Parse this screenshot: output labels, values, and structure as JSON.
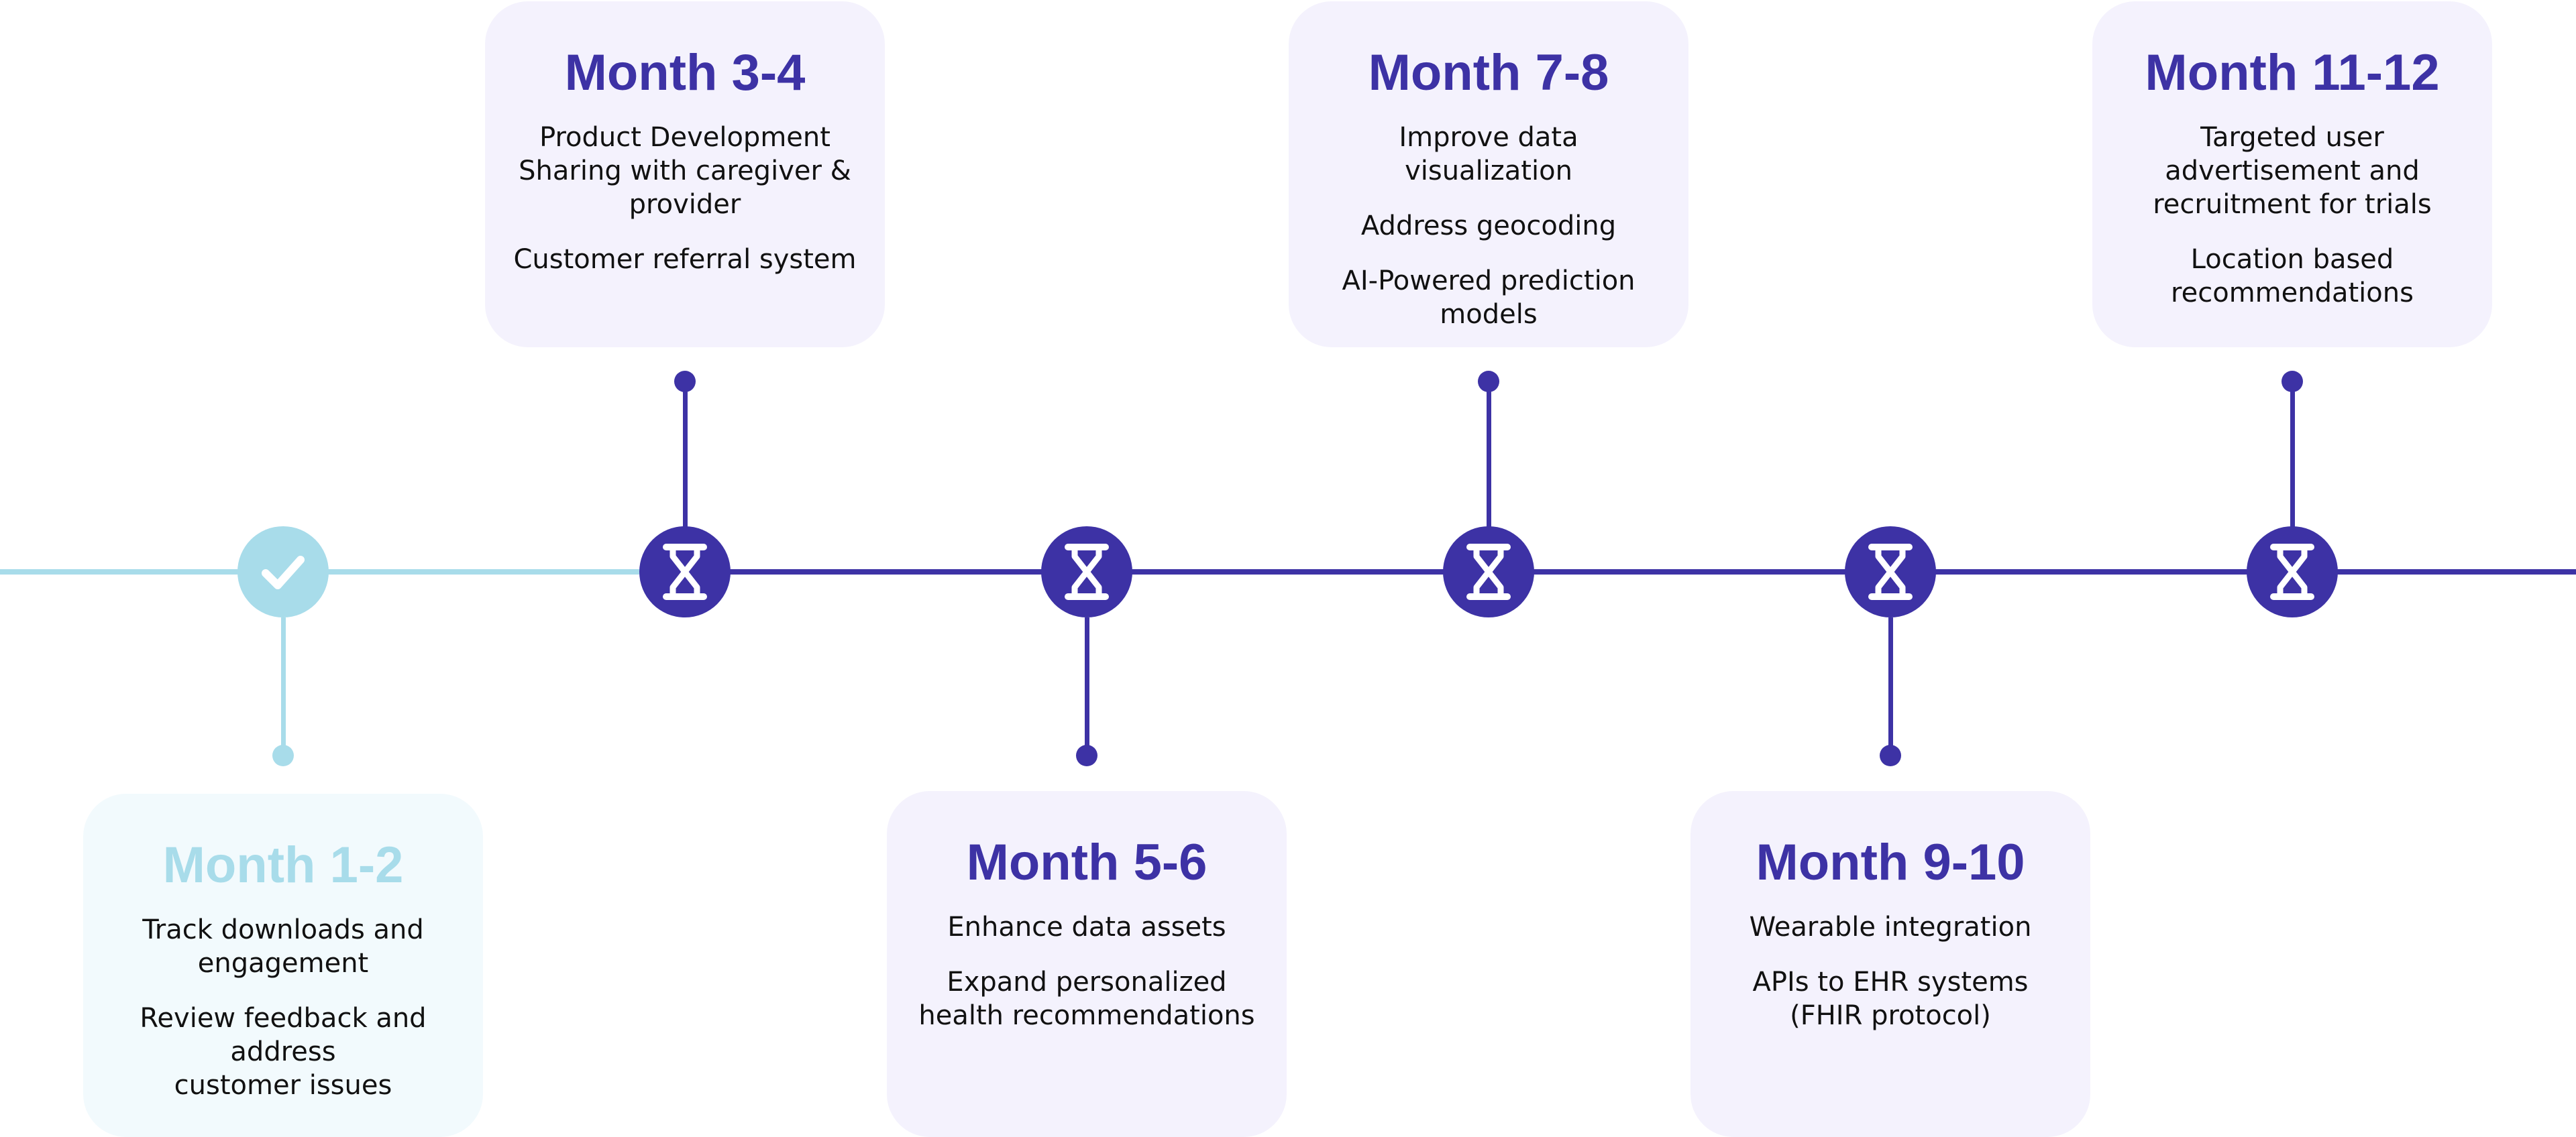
{
  "colors": {
    "primary": "#3d32a5",
    "completed": "#a8dcea",
    "card_bg": "#f4f2fd",
    "card_bg_completed": "#f2fafd"
  },
  "milestones": [
    {
      "title": "Month 1-2",
      "status": "completed",
      "icon": "checkmark-icon",
      "items": [
        "Track downloads and engagement",
        "Review feedback and address\ncustomer issues"
      ]
    },
    {
      "title": "Month 3-4",
      "status": "pending",
      "icon": "hourglass-icon",
      "items": [
        "Product Development\nSharing with caregiver & provider",
        "Customer referral system"
      ]
    },
    {
      "title": "Month 5-6",
      "status": "pending",
      "icon": "hourglass-icon",
      "items": [
        "Enhance data assets",
        "Expand personalized health recommendations"
      ]
    },
    {
      "title": "Month 7-8",
      "status": "pending",
      "icon": "hourglass-icon",
      "items": [
        "Improve data visualization",
        "Address geocoding",
        "AI-Powered prediction models"
      ]
    },
    {
      "title": "Month 9-10",
      "status": "pending",
      "icon": "hourglass-icon",
      "items": [
        "Wearable integration",
        "APIs to EHR systems (FHIR protocol)"
      ]
    },
    {
      "title": "Month 11-12",
      "status": "pending",
      "icon": "hourglass-icon",
      "items": [
        "Targeted user advertisement and recruitment for trials",
        "Location based recommendations"
      ]
    }
  ]
}
